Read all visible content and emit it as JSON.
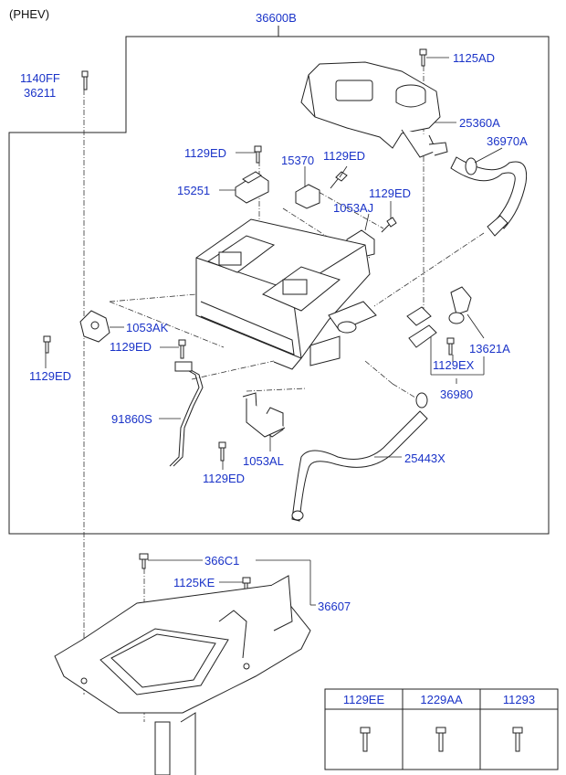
{
  "variant": "(PHEV)",
  "labels": {
    "l36600B": "36600B",
    "l1140FF": "1140FF",
    "l36211": "36211",
    "l1125AD": "1125AD",
    "l25360A": "25360A",
    "l36970A": "36970A",
    "l1129ED_a": "1129ED",
    "l15370": "15370",
    "l1129ED_b": "1129ED",
    "l15251": "15251",
    "l1129ED_c": "1129ED",
    "l1053AJ": "1053AJ",
    "l1053AK": "1053AK",
    "l1129ED_d": "1129ED",
    "l1129ED_e": "1129ED",
    "l13621A": "13621A",
    "l1129EX": "1129EX",
    "l36980": "36980",
    "l91860S": "91860S",
    "l25443X": "25443X",
    "l1053AL": "1053AL",
    "l1129ED_f": "1129ED",
    "l366C1": "366C1",
    "l1125KE": "1125KE",
    "l36607": "36607"
  },
  "parts_table": {
    "columns": [
      "1129EE",
      "1229AA",
      "11293"
    ]
  },
  "colors": {
    "label": "#1a33c8",
    "line": "#222222"
  }
}
